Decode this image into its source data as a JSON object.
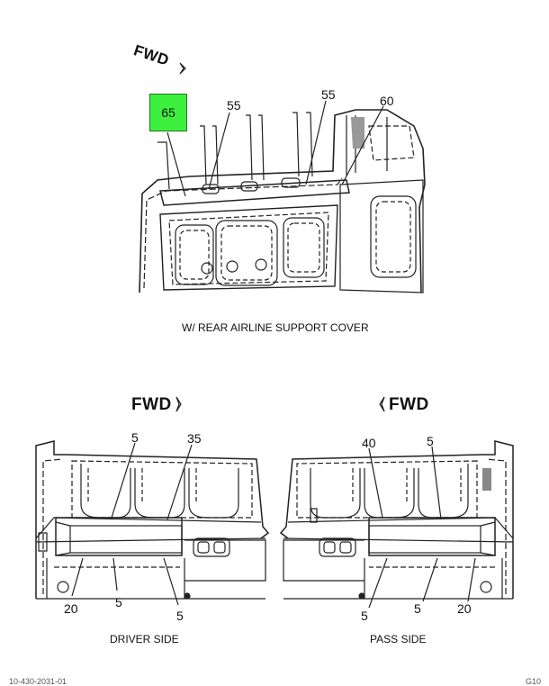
{
  "top_view": {
    "fwd_label": "FWD",
    "highlight_callout": "65",
    "callouts": [
      "55",
      "55",
      "60"
    ],
    "caption": "W/ REAR AIRLINE SUPPORT COVER",
    "highlight_color": "#3ef03e"
  },
  "driver_view": {
    "fwd_label": "FWD",
    "callouts": [
      "5",
      "35",
      "20",
      "5",
      "5"
    ],
    "caption": "DRIVER SIDE"
  },
  "pass_view": {
    "fwd_label": "FWD",
    "callouts": [
      "40",
      "5",
      "5",
      "5",
      "20"
    ],
    "caption": "PASS SIDE"
  },
  "footer": {
    "left": "10-430-2031-01",
    "right": "G10"
  }
}
